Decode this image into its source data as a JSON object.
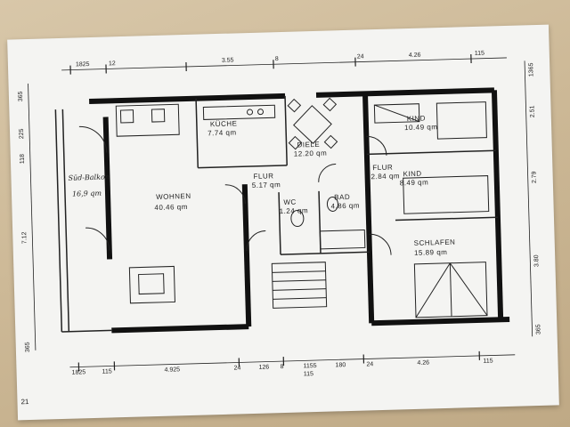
{
  "rooms": {
    "kueche": {
      "name": "KÜCHE",
      "area": "7.74 qm"
    },
    "diele": {
      "name": "DIELE",
      "area": "12.20 qm"
    },
    "kind1": {
      "name": "KIND",
      "area": "10.49 qm"
    },
    "kind2": {
      "name": "KIND",
      "area": "8.49 qm"
    },
    "wohnen": {
      "name": "WOHNEN",
      "area": "40.46 qm"
    },
    "flur1": {
      "name": "FLUR",
      "area": "5.17 qm"
    },
    "flur2": {
      "name": "FLUR",
      "area": "2.84 qm"
    },
    "wc": {
      "name": "WC",
      "area": "1.24 qm"
    },
    "bad": {
      "name": "BAD",
      "area": "4.86 qm"
    },
    "schlafen": {
      "name": "SCHLAFEN",
      "area": "15.89 qm"
    }
  },
  "balcony": {
    "name": "Süd-Balkon",
    "area": "16,9 qm"
  },
  "dims_top": [
    "1825",
    "12",
    "3.55",
    "8",
    "24",
    "4.26",
    "115"
  ],
  "dims_bottom": [
    "1825",
    "115",
    "4.925",
    "24",
    "126",
    "8",
    "1155",
    "115",
    "180",
    "24",
    "4.26",
    "115"
  ],
  "dims_left": [
    "365",
    "225",
    "118",
    "7.12",
    "365"
  ],
  "dims_right": [
    "1365",
    "2.51",
    "2.79",
    "3.80",
    "365"
  ],
  "page_number": "21"
}
